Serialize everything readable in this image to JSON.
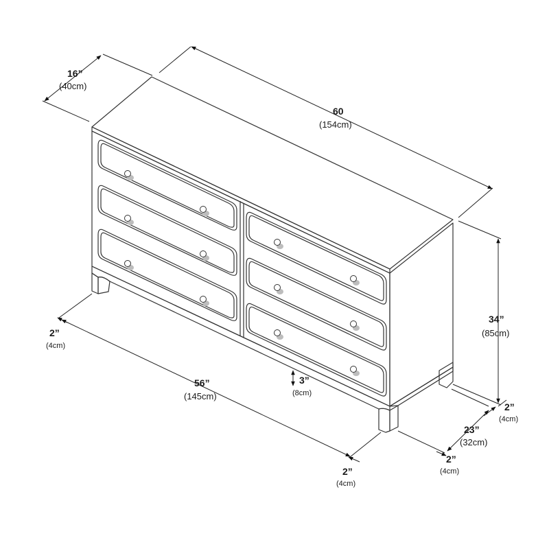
{
  "dimensions": {
    "depth": {
      "imperial": "16”",
      "metric": "(40cm)"
    },
    "width": {
      "imperial": "60",
      "metric": "(154cm)"
    },
    "height": {
      "imperial": "34”",
      "metric": "(85cm)"
    },
    "leg_height": {
      "imperial": "2”",
      "metric": "(4cm)"
    },
    "inner_width": {
      "imperial": "56”",
      "metric": "(145cm)"
    },
    "clearance": {
      "imperial": "3”",
      "metric": "(8cm)"
    },
    "inner_depth": {
      "imperial": "23”",
      "metric": "(32cm)"
    },
    "side_leg": {
      "imperial": "2”",
      "metric": "(4cm)"
    },
    "back_leg": {
      "imperial": "2”",
      "metric": "(4cm)"
    },
    "front_leg": {
      "imperial": "2”",
      "metric": "(4cm)"
    }
  },
  "colors": {
    "top": "#f4f4f4",
    "front": "#f7f7f7",
    "side": "#d0d0d0",
    "drawer": "#f9f9f9",
    "line": "#333333"
  }
}
